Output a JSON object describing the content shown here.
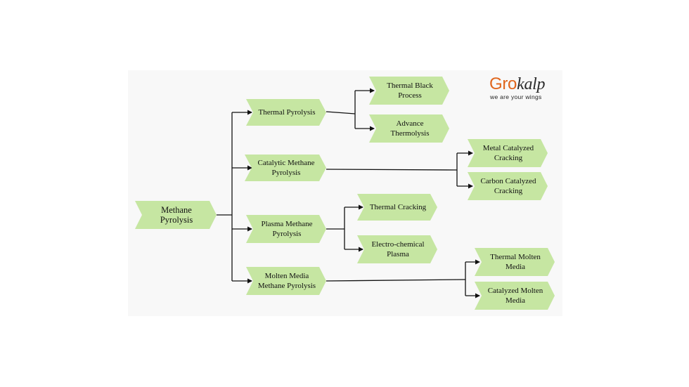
{
  "colors": {
    "node_fill": "#c6e6a2",
    "connector": "#111111",
    "panel_bg": "#f8f8f8",
    "logo_orange": "#e0661d",
    "logo_dark": "#2b2b2b"
  },
  "logo": {
    "word_part_1": "Gro",
    "word_part_2": "kalp",
    "tagline": "we are your wings"
  },
  "nodes": {
    "root": [
      "Methane Pyrolysis"
    ],
    "thermal_pyrolysis": [
      "Thermal Pyrolysis"
    ],
    "catalytic_methane_pyrolysis": [
      "Catalytic Methane",
      "Pyrolysis"
    ],
    "plasma_methane_pyrolysis": [
      "Plasma Methane",
      "Pyrolysis"
    ],
    "molten_media_methane_pyrolysis": [
      "Molten Media",
      "Methane Pyrolysis"
    ],
    "thermal_black_process": [
      "Thermal Black",
      "Process"
    ],
    "advance_thermolysis": [
      "Advance",
      "Thermolysis"
    ],
    "metal_catalyzed_cracking": [
      "Metal Catalyzed",
      "Cracking"
    ],
    "carbon_catalyzed_cracking": [
      "Carbon Catalyzed",
      "Cracking"
    ],
    "thermal_cracking": [
      "Thermal Cracking"
    ],
    "electro_chemical_plasma": [
      "Electro-chemical",
      "Plasma"
    ],
    "thermal_molten_media": [
      "Thermal Molten",
      "Media"
    ],
    "catalyzed_molten_media": [
      "Catalyzed Molten",
      "Media"
    ]
  }
}
